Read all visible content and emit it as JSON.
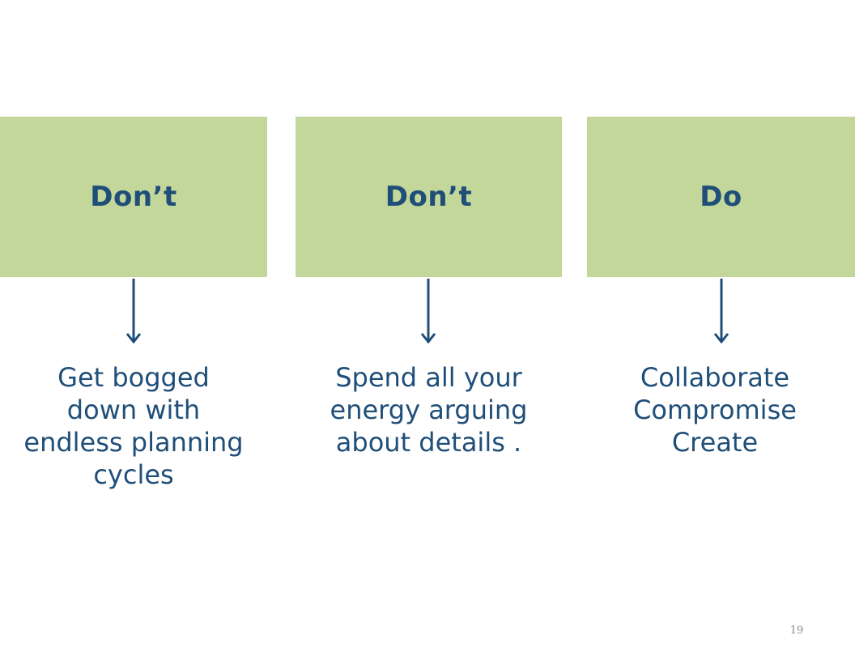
{
  "columns": [
    {
      "title": "Don’t",
      "lines": [
        "Get bogged",
        "down with",
        "endless planning",
        "cycles"
      ]
    },
    {
      "title": "Don’t",
      "lines": [
        "Spend all your",
        "energy arguing",
        "about details ."
      ]
    },
    {
      "title": "Do",
      "lines": [
        "Collaborate",
        "Compromise",
        "Create"
      ]
    }
  ],
  "page_number": "19",
  "colors": {
    "box_fill": "#c4d79b",
    "text": "#1f4e79",
    "arrow": "#1f4e79"
  }
}
